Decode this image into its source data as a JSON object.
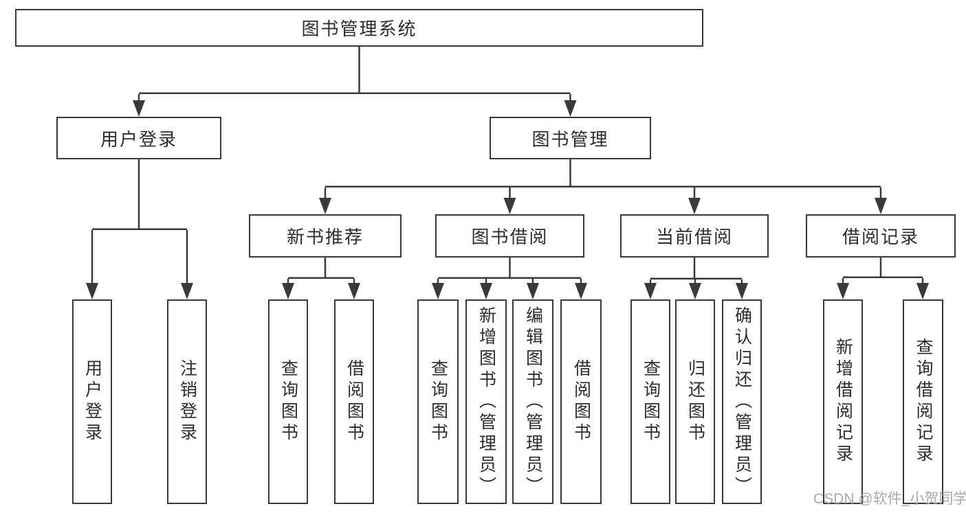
{
  "colors": {
    "line": "#3a3a3a",
    "text": "#2d2d2d",
    "watermark": "#a9a9a9",
    "background": "#ffffff"
  },
  "watermark": {
    "text": "CSDN @软件_小贺同学"
  },
  "tree": {
    "root": {
      "label": "图书管理系统"
    },
    "level2": [
      {
        "label": "用户登录"
      },
      {
        "label": "图书管理"
      }
    ],
    "level3": [
      {
        "label": "新书推荐"
      },
      {
        "label": "图书借阅"
      },
      {
        "label": "当前借阅"
      },
      {
        "label": "借阅记录"
      }
    ],
    "leaves": {
      "user_login": [
        {
          "label": "用户登录"
        },
        {
          "label": "注销登录"
        }
      ],
      "new_book_recommend": [
        {
          "label": "查询图书"
        },
        {
          "label": "借阅图书"
        }
      ],
      "book_borrowing": [
        {
          "label": "查询图书"
        },
        {
          "label": "新增图书（管理员）"
        },
        {
          "label": "编辑图书（管理员）"
        },
        {
          "label": "借阅图书"
        }
      ],
      "current_borrowing": [
        {
          "label": "查询图书"
        },
        {
          "label": "归还图书"
        },
        {
          "label": "确认归还（管理员）"
        }
      ],
      "borrowing_records": [
        {
          "label": "新增借阅记录"
        },
        {
          "label": "查询借阅记录"
        }
      ]
    }
  }
}
